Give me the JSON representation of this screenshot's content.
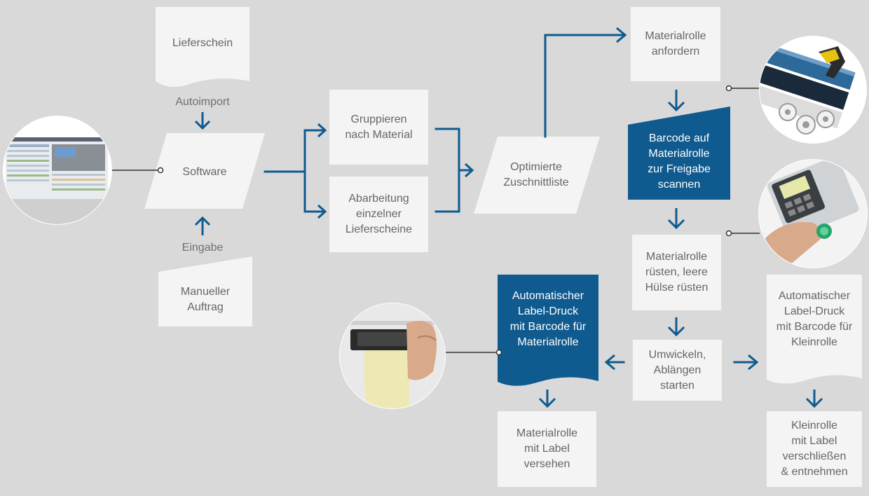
{
  "colors": {
    "background": "#d9d9d9",
    "box": "#f4f4f4",
    "accent": "#0f5a8e",
    "text": "#666666",
    "connector": "#333333"
  },
  "nodes": {
    "lieferschein": "Lieferschein",
    "autoimport": "Autoimport",
    "software": "Software",
    "eingabe": "Eingabe",
    "manueller_auftrag": "Manueller\nAuftrag",
    "gruppieren": "Gruppieren\nnach Material",
    "abarbeitung": "Abarbeitung\neinzelner\nLieferscheine",
    "zuschnittliste": "Optimierte\nZuschnittliste",
    "materialrolle_anfordern": "Materialrolle\nanfordern",
    "barcode_scannen": "Barcode auf\nMaterialrolle\nzur Freigabe\nscannen",
    "materialrolle_ruesten": "Materialrolle\nrüsten, leere\nHülse rüsten",
    "umwickeln": "Umwickeln,\nAblängen\nstarten",
    "label_materialrolle": "Automatischer\nLabel-Druck\nmit Barcode für\nMaterialrolle",
    "label_kleinrolle": "Automatischer\nLabel-Druck\nmit Barcode für\nKleinrolle",
    "materialrolle_versehen": "Materialrolle\nmit Label\nversehen",
    "kleinrolle_verschliessen": "Kleinrolle\nmit Label\nverschließen\n& entnehmen"
  },
  "photos": {
    "software_screenshot": "software-screenshot-photo",
    "barcode_scanner": "barcode-scanner-rolls-photo",
    "touch_terminal": "touch-terminal-photo",
    "label_printer": "label-printer-photo"
  }
}
